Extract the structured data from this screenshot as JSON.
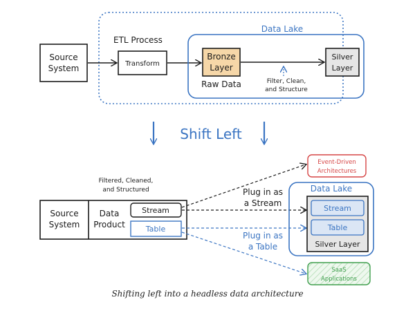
{
  "top": {
    "source_line1": "Source",
    "source_line2": "System",
    "etl_label": "ETL Process",
    "transform": "Transform",
    "data_lake": "Data Lake",
    "bronze_line1": "Bronze",
    "bronze_line2": "Layer",
    "silver_line1": "Silver",
    "silver_line2": "Layer",
    "raw_data": "Raw Data",
    "filter_line1": "Filter, Clean,",
    "filter_line2": "and Structure"
  },
  "shift_left": "Shift Left",
  "bottom": {
    "filtered_line1": "Filtered, Cleaned,",
    "filtered_line2": "and Structured",
    "source_line1": "Source",
    "source_line2": "System",
    "data_line1": "Data",
    "data_line2": "Product",
    "stream": "Stream",
    "table": "Table",
    "plug_stream_line1": "Plug in as",
    "plug_stream_line2": "a Stream",
    "plug_table_line1": "Plug in as",
    "plug_table_line2": "a Table",
    "event_line1": "Event-Driven",
    "event_line2": "Architectures",
    "data_lake": "Data Lake",
    "lake_stream": "Stream",
    "lake_table": "Table",
    "silver_layer": "Silver Layer",
    "saas_line1": "SaaS",
    "saas_line2": "Applications"
  },
  "caption": "Shifting left into a headless data architecture",
  "colors": {
    "blue": "#3a74c2",
    "red": "#d64545",
    "green": "#3e9e4c",
    "bronze_fill": "#f6d7a8",
    "silver_fill": "#e6e6e6",
    "light_blue_fill": "#dbe6f5",
    "green_fill": "#e6f4e6",
    "ink": "#1a1a1a"
  }
}
